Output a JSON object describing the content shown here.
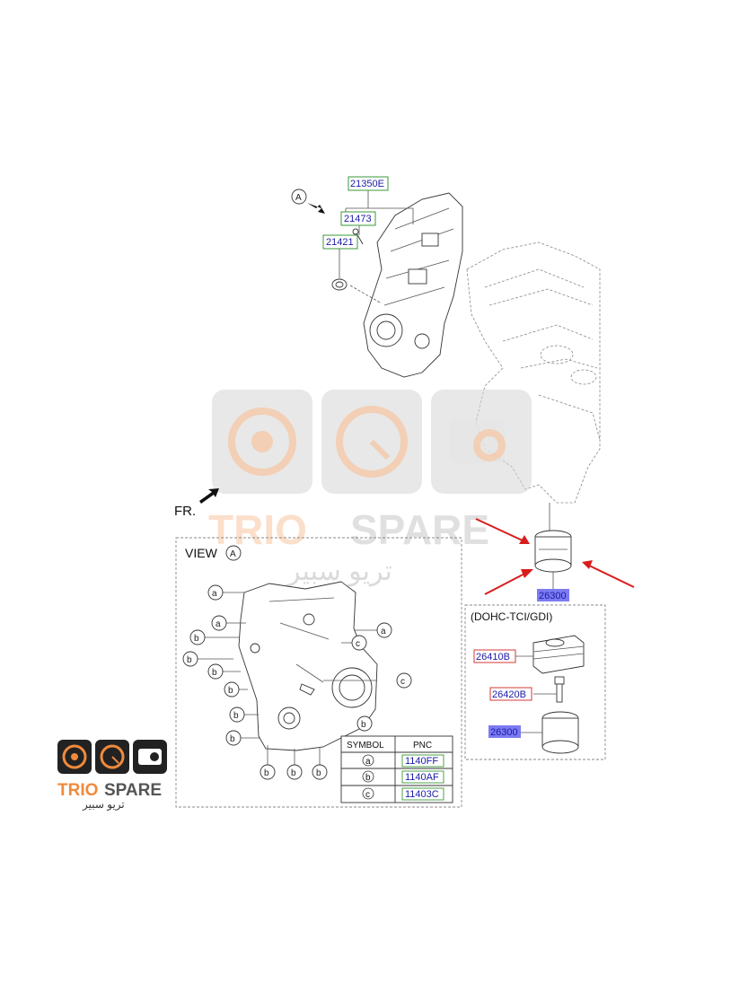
{
  "diagram": {
    "view_marker": "A",
    "front_label": "FR.",
    "view_title_prefix": "VIEW",
    "view_title_marker": "A",
    "variant_label": "(DOHC-TCI/GDI)",
    "parts": {
      "cover_assembly": "21350E",
      "bolt": "21473",
      "seal": "21421",
      "oil_filter_main": "26300",
      "oil_cooler": "26410B",
      "cooler_bolt": "26420B",
      "oil_filter_variant": "26300"
    },
    "callouts": {
      "a": "a",
      "b": "b",
      "c": "c"
    },
    "table": {
      "headers": [
        "SYMBOL",
        "PNC"
      ],
      "rows": [
        {
          "symbol": "a",
          "pnc": "1140FF"
        },
        {
          "symbol": "b",
          "pnc": "1140AF"
        },
        {
          "symbol": "c",
          "pnc": "11403C"
        }
      ]
    },
    "colors": {
      "label_text": "#1a1aa8",
      "label_box_green": "#3a9a3a",
      "label_box_red": "#d43a3a",
      "label_highlight": "#7b7bf2",
      "arrow_red": "#d91c1c"
    }
  },
  "watermark": {
    "brand_left": "TRIO",
    "brand_right": "SPARE",
    "brand_arabic": "تريو سبير",
    "brand_left_color": "#f4a46a",
    "brand_right_color": "#a8a8a8"
  },
  "logo": {
    "brand_left": "TRIO",
    "brand_right": "SPARE",
    "brand_arabic": "تريو سبير",
    "brand_left_color": "#f08a3c",
    "brand_right_color": "#555555"
  }
}
